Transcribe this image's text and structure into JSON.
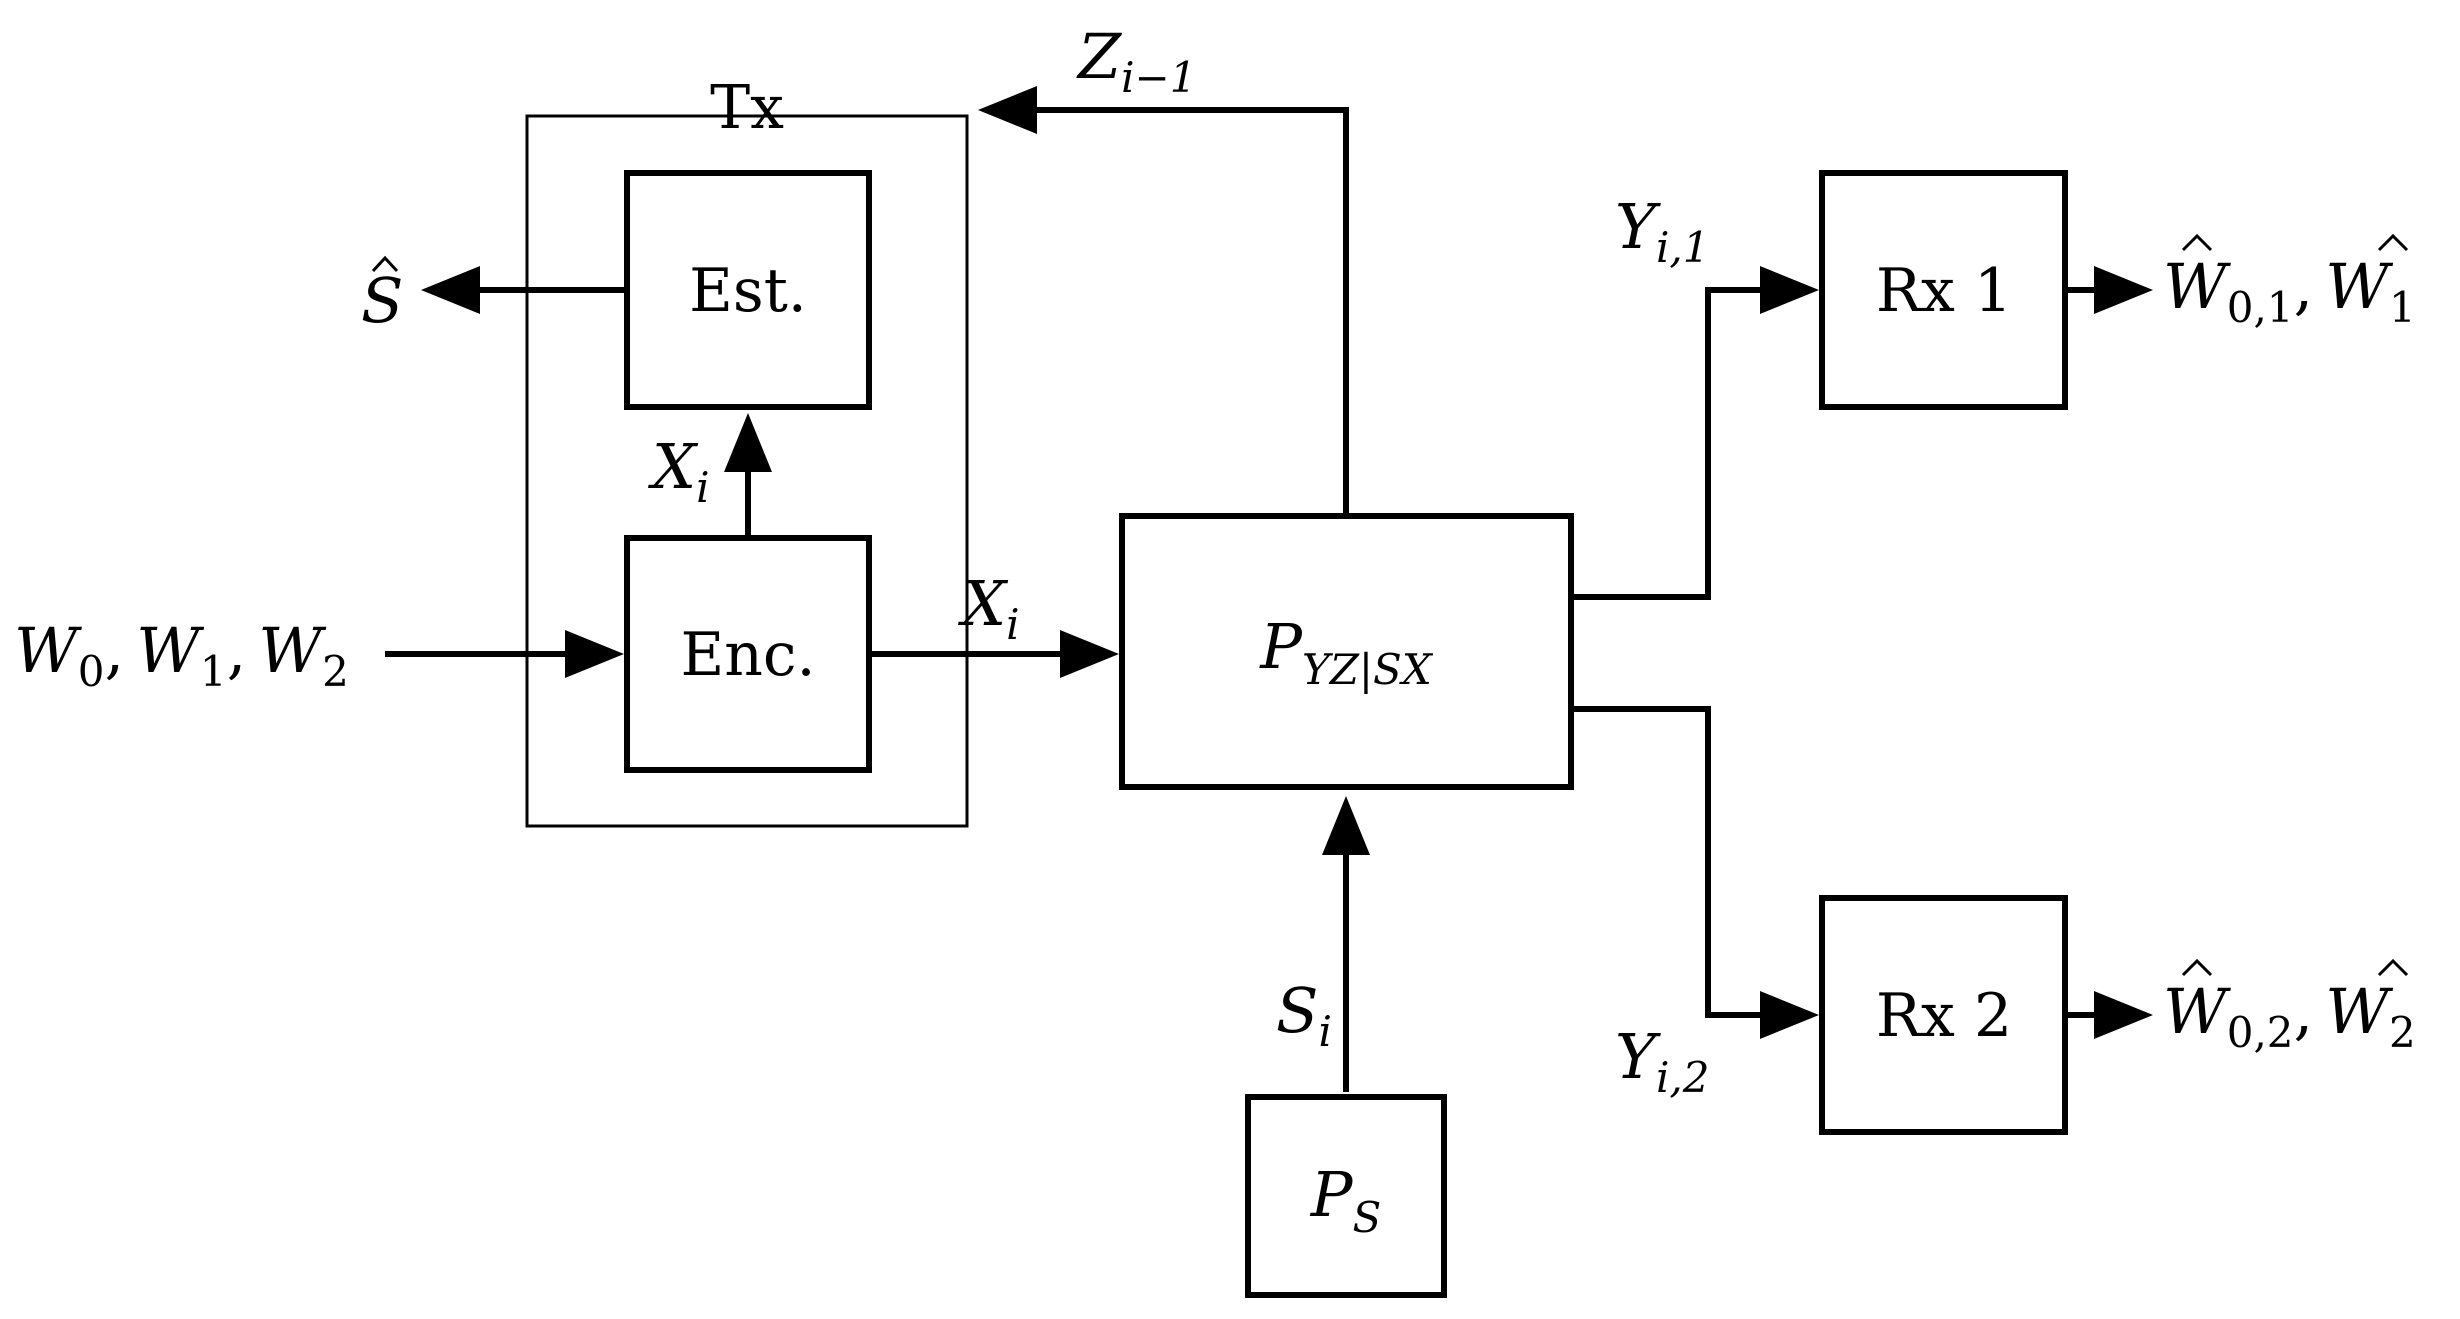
{
  "diagram": {
    "tx_box_title": "Tx",
    "blocks": {
      "estimator": "Est.",
      "encoder": "Enc.",
      "channel": {
        "main": "P",
        "sub": "YZ|SX"
      },
      "state_source": {
        "main": "P",
        "sub": "S"
      },
      "receiver_1": "Rx 1",
      "receiver_2": "Rx 2"
    },
    "signals": {
      "feedback": {
        "main": "Z",
        "sub": "i−1"
      },
      "state_estimate": {
        "main": "S"
      },
      "messages": {
        "w0": "W",
        "w0_sub": "0",
        "w1": "W",
        "w1_sub": "1",
        "w2": "W",
        "w2_sub": "2",
        "sep": ","
      },
      "encoder_to_estimator": {
        "main": "X",
        "sub": "i"
      },
      "channel_input": {
        "main": "X",
        "sub": "i"
      },
      "state": {
        "main": "S",
        "sub": "i"
      },
      "output_1": {
        "main": "Y",
        "sub": "i,1"
      },
      "output_2": {
        "main": "Y",
        "sub": "i,2"
      },
      "decoded_1": {
        "a": "W",
        "a_sub": "0,1",
        "sep": ",",
        "b": "W",
        "b_sub": "1"
      },
      "decoded_2": {
        "a": "W",
        "a_sub": "0,2",
        "sep": ",",
        "b": "W",
        "b_sub": "2"
      }
    }
  }
}
